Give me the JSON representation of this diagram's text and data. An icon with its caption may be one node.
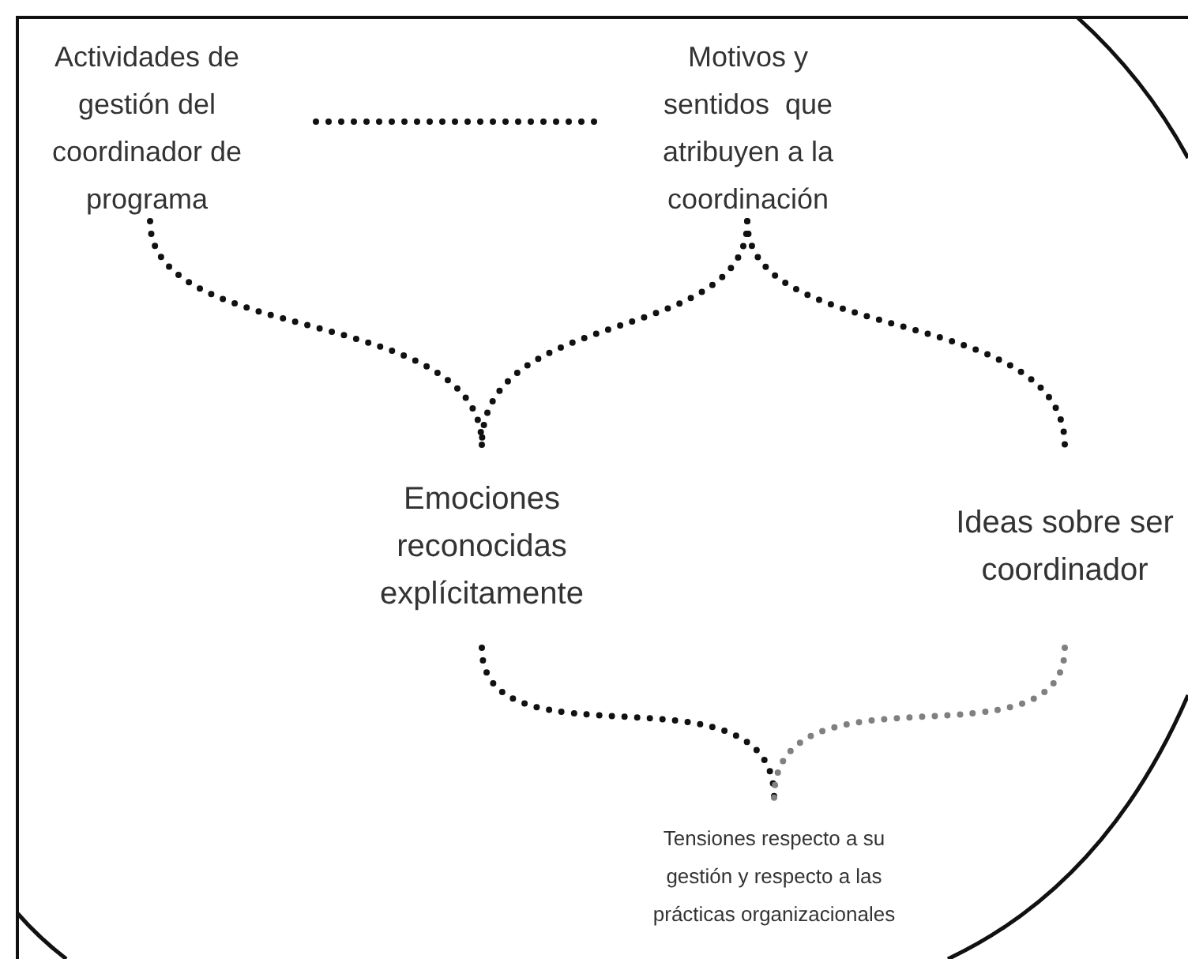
{
  "diagram": {
    "nodes": [
      {
        "text": [
          "Actividades de gestión del coordinador de programa"
        ]
      },
      {
        "text": [
          "Motivos y sentidos  que atribuyen a la coordinación"
        ]
      },
      {
        "text": [
          "Emociones reconocidas explícitamente"
        ]
      },
      {
        "text": [
          "Ideas sobre ser coordinador"
        ]
      },
      {
        "text": [
          "Tensiones respecto a su gestión y respecto a las prácticas organizacionales"
        ]
      }
    ],
    "edges": [
      {
        "from": 0,
        "to": 1,
        "arrow": "none",
        "style": "dashed"
      },
      {
        "from": 0,
        "to": 2,
        "arrow": "none",
        "style": "dashed"
      },
      {
        "from": 1,
        "to": 2,
        "arrow": "none",
        "style": "dashed"
      },
      {
        "from": 1,
        "to": 3,
        "arrow": "none",
        "style": "dashed"
      },
      {
        "from": 2,
        "to": 4,
        "arrow": "none",
        "style": "dashed"
      },
      {
        "from": 3,
        "to": 4,
        "arrow": "none",
        "style": "dashed",
        "color": "#808080"
      }
    ]
  }
}
